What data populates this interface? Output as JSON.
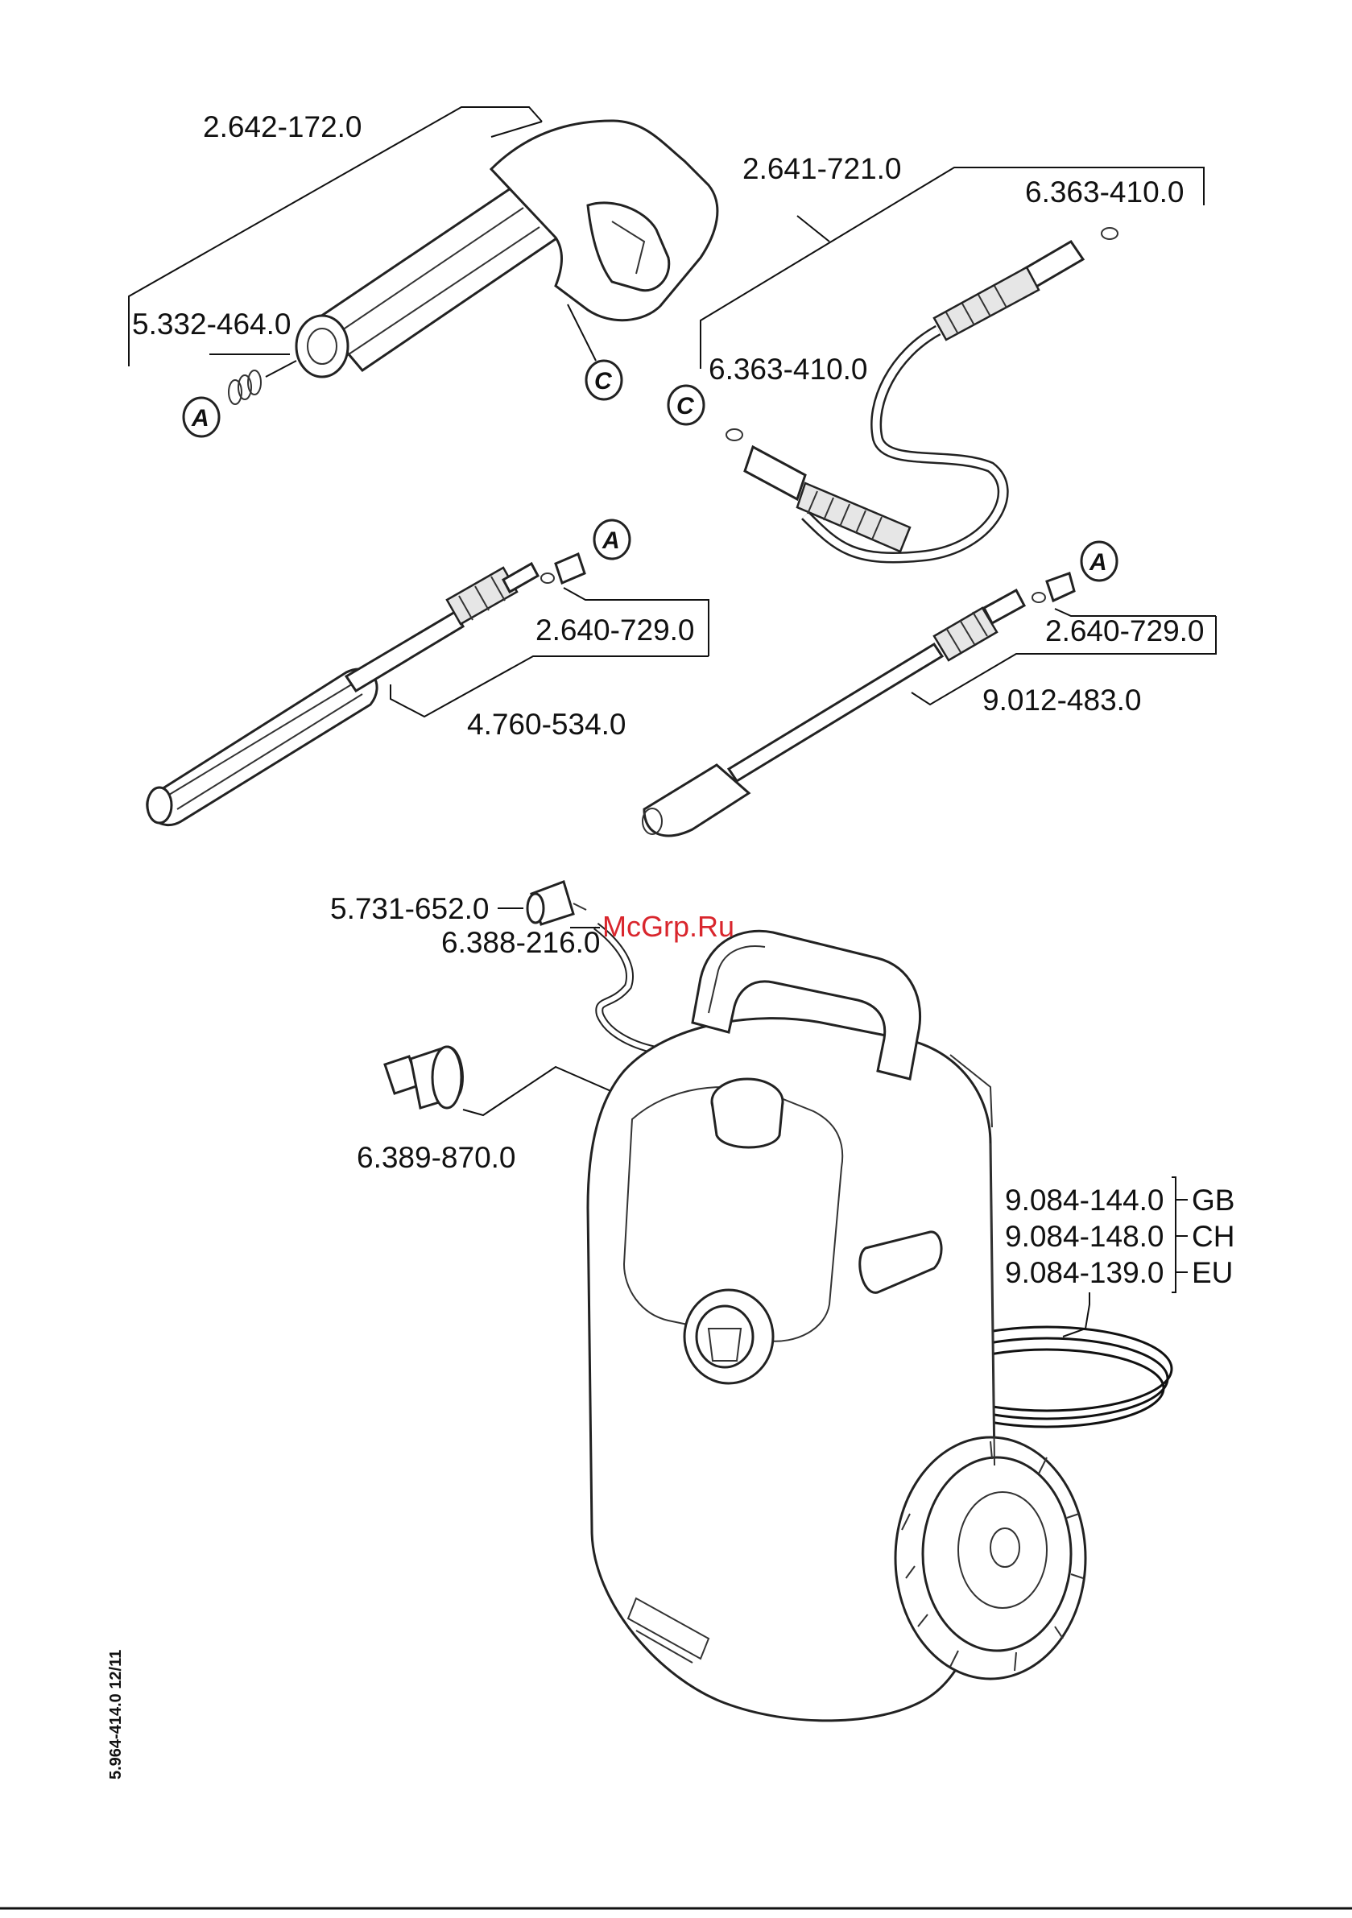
{
  "parts": {
    "trigger_gun": "2.642-172.0",
    "gun_seal_ring": "5.332-464.0",
    "hose": "2.641-721.0",
    "hose_oring_top": "6.363-410.0",
    "hose_oring_bottom": "6.363-410.0",
    "nozzle_adapter_left": "2.640-729.0",
    "vario_lance": "4.760-534.0",
    "nozzle_adapter_right": "2.640-729.0",
    "dirt_blaster": "9.012-483.0",
    "detergent_filter": "5.731-652.0",
    "detergent_hose": "6.388-216.0",
    "water_connector": "6.389-870.0",
    "machine_gb": "9.084-144.0",
    "machine_ch": "9.084-148.0",
    "machine_eu": "9.084-139.0"
  },
  "variants": {
    "gb": "GB",
    "ch": "CH",
    "eu": "EU"
  },
  "callouts": {
    "a": "A",
    "c": "C"
  },
  "footer": {
    "doc_code": "5.964-414.0  12/11"
  },
  "watermark": "McGrp.Ru"
}
